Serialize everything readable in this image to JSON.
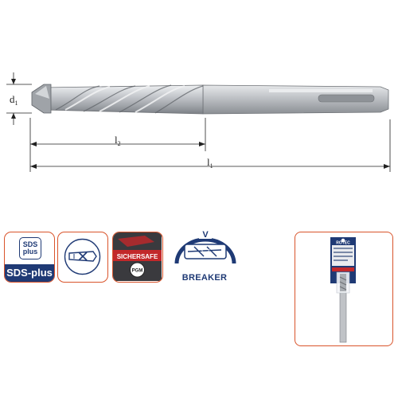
{
  "dimensions": {
    "d1": {
      "main": "d",
      "sub": "1"
    },
    "l2": {
      "main": "l",
      "sub": "2"
    },
    "l1": {
      "main": "l",
      "sub": "1"
    }
  },
  "badges": {
    "sds_plus": {
      "box_line1": "SDS",
      "box_line2": "plus",
      "label": "SDS-plus"
    },
    "cross_head": {
      "icon": "cross-head-tip-icon"
    },
    "sichersafe": {
      "label": "SICHERSAFE",
      "seal": "PGM"
    },
    "breaker": {
      "letter": "V",
      "label": "BREAKER"
    }
  },
  "product_image": {
    "brand": "ROTEC"
  },
  "colors": {
    "accent_orange": "#d9542b",
    "brand_blue": "#1f3a75",
    "steel": "#b8bcc2",
    "safe_red": "#c2282a"
  }
}
